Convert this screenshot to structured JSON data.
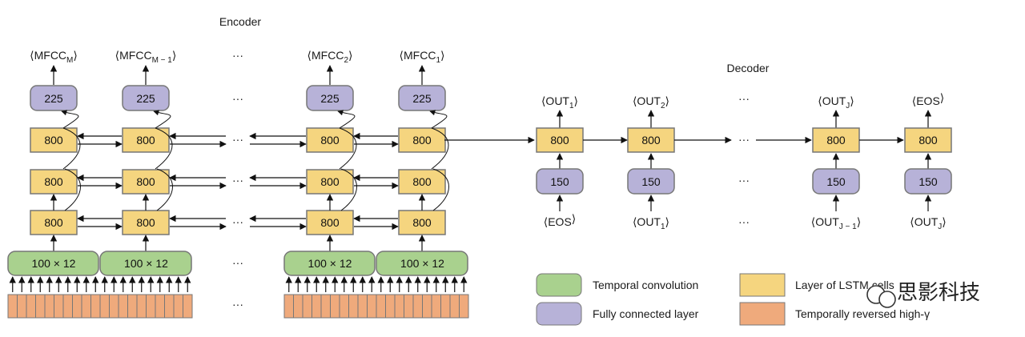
{
  "encoder": {
    "title": "Encoder",
    "outputs": [
      {
        "main": "⟨MFCC",
        "sub": "M",
        "tail": "⟩"
      },
      {
        "main": "⟨MFCC",
        "sub": "M − 1",
        "tail": "⟩"
      },
      {
        "main": "⟨MFCC",
        "sub": "2",
        "tail": "⟩"
      },
      {
        "main": "⟨MFCC",
        "sub": "1",
        "tail": "⟩"
      }
    ],
    "fc_label": "225",
    "lstm_label": "800",
    "conv_label": "100 × 12",
    "ellipsis": "···"
  },
  "decoder": {
    "title": "Decoder",
    "outputs": [
      {
        "main": "⟨OUT",
        "sub": "1",
        "tail": "⟩"
      },
      {
        "main": "⟨OUT",
        "sub": "2",
        "tail": "⟩"
      },
      {
        "main": "⟨OUT",
        "sub": "J",
        "tail": "⟩"
      },
      {
        "main": "⟨EOS",
        "sub": "",
        "tail": "⟩"
      }
    ],
    "inputs": [
      {
        "main": "⟨EOS",
        "sub": "",
        "tail": "⟩"
      },
      {
        "main": "⟨OUT",
        "sub": "1",
        "tail": "⟩"
      },
      {
        "main": "⟨OUT",
        "sub": "J − 1",
        "tail": "⟩"
      },
      {
        "main": "⟨OUT",
        "sub": "J",
        "tail": "⟩"
      }
    ],
    "lstm_label": "800",
    "fc_label": "150",
    "ellipsis": "···"
  },
  "legend": {
    "temporal_conv": "Temporal convolution",
    "fully_connected": "Fully connected layer",
    "lstm_layer": "Layer of LSTM cells",
    "reversed_input": "Temporally reversed high-γ"
  },
  "watermark": "思影科技",
  "colors": {
    "lstm_fill": "#f5d57f",
    "fc_fill": "#b7b2d8",
    "conv_fill": "#a9d18e",
    "input_fill": "#efaa7c",
    "stroke": "#777777"
  }
}
